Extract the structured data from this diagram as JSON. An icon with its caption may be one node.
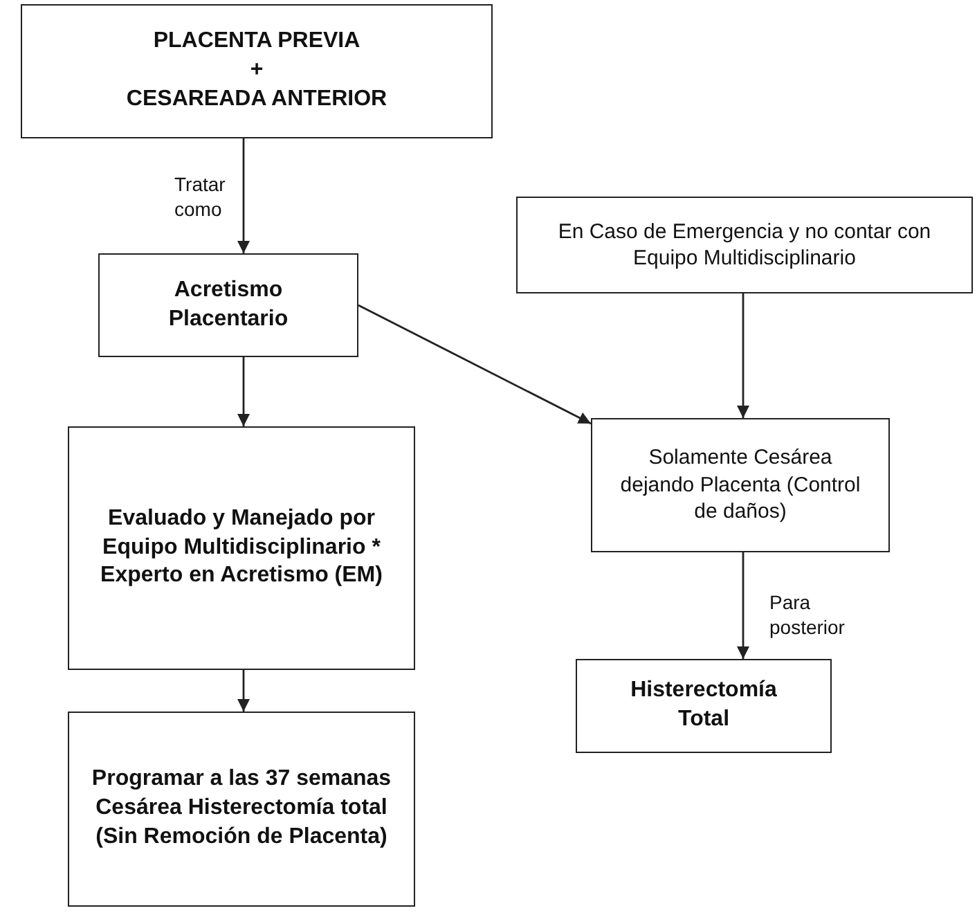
{
  "diagram": {
    "nodes": [
      {
        "text": [
          "PLACENTA PREVIA",
          "+",
          "CESAREADA ANTERIOR"
        ]
      },
      {
        "text": [
          "Acretismo Placentario"
        ]
      },
      {
        "text": [
          "En Caso de Emergencia y no contar con Equipo Multidisciplinario"
        ]
      },
      {
        "text": [
          "Evaluado y Manejado por Equipo Multidisciplinario * Experto en Acretismo (EM)"
        ]
      },
      {
        "text": [
          "Solamente Cesárea dejando Placenta (Control de daños)"
        ]
      },
      {
        "text": [
          "Programar a las 37 semanas Cesárea Histerectomía total (Sin Remoción de Placenta)"
        ]
      },
      {
        "text": [
          "Histerectomía Total"
        ]
      }
    ],
    "edges": [
      {
        "from": 0,
        "to": 1,
        "arrow": "to",
        "label": "Tratar como"
      },
      {
        "from": 1,
        "to": 3,
        "arrow": "to"
      },
      {
        "from": 1,
        "to": 4,
        "arrow": "to"
      },
      {
        "from": 2,
        "to": 4,
        "arrow": "to"
      },
      {
        "from": 3,
        "to": 5,
        "arrow": "to"
      },
      {
        "from": 4,
        "to": 6,
        "arrow": "to",
        "label": "Para posterior"
      }
    ]
  }
}
